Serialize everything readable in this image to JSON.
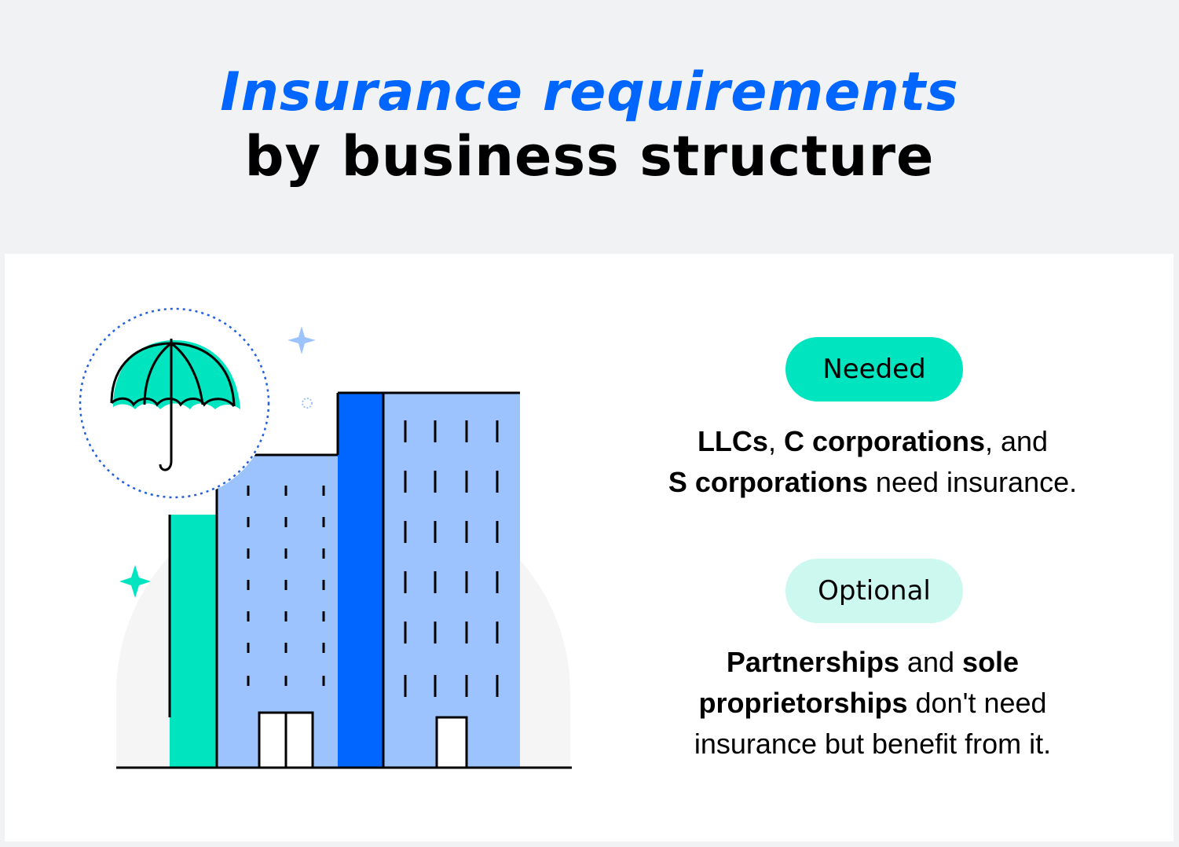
{
  "title": {
    "line1": "Insurance requirements",
    "line2": "by business structure"
  },
  "colors": {
    "accent_blue": "#0066ff",
    "teal": "#00e5bf",
    "light_teal": "#ccf8ef",
    "light_blue": "#9dc3ff",
    "background": "#f1f2f4"
  },
  "illustration": {
    "icons": [
      "umbrella-icon",
      "sparkle-icon",
      "building-icon"
    ]
  },
  "needed": {
    "label": "Needed",
    "parts": {
      "a": "LLCs",
      "b": ", ",
      "c": "C corporations",
      "d": ", and",
      "e": "S corporations",
      "f": " need insurance."
    }
  },
  "optional": {
    "label": "Optional",
    "parts": {
      "a": "Partnerships",
      "b": " and ",
      "c": "sole",
      "d": "proprietorships",
      "e": " don't need",
      "f": "insurance but benefit from it."
    }
  }
}
